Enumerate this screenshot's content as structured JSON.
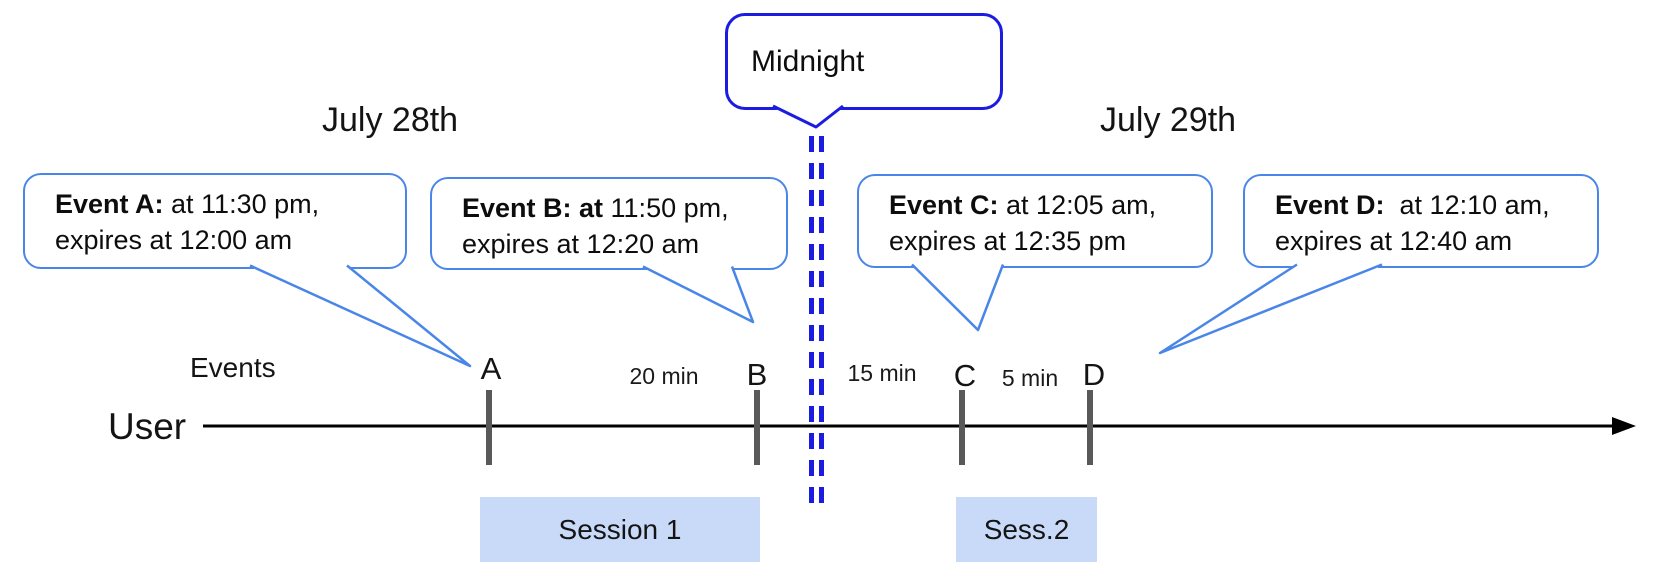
{
  "dates": {
    "left": "July 28th",
    "right": "July 29th"
  },
  "midnight": {
    "label": "Midnight"
  },
  "events": [
    {
      "bold": "Event A:",
      "rest": " at 11:30 pm,",
      "line2": "expires at 12:00 am"
    },
    {
      "bold": "Event B: at",
      "rest": " 11:50 pm,",
      "line2": "expires at 12:20 am"
    },
    {
      "bold": "Event C:",
      "rest": " at 12:05 am,",
      "line2": "expires at 12:35 pm"
    },
    {
      "bold": "Event D:",
      "rest": "  at 12:10 am,",
      "line2": "expires at 12:40 am"
    }
  ],
  "axis": {
    "events_label": "Events",
    "user_label": "User"
  },
  "ticks": [
    {
      "label": "A"
    },
    {
      "label": "B"
    },
    {
      "label": "C"
    },
    {
      "label": "D"
    }
  ],
  "gaps": [
    {
      "label": "20 min"
    },
    {
      "label": "15 min"
    },
    {
      "label": "5 min"
    }
  ],
  "sessions": [
    {
      "label": "Session 1"
    },
    {
      "label": "Sess.2"
    }
  ],
  "colors": {
    "callout_border": "#4a86e8",
    "midnight_blue": "#1c1ce0",
    "tick_gray": "#595959",
    "session_fill": "#c9daf8",
    "timeline_black": "#000000"
  }
}
